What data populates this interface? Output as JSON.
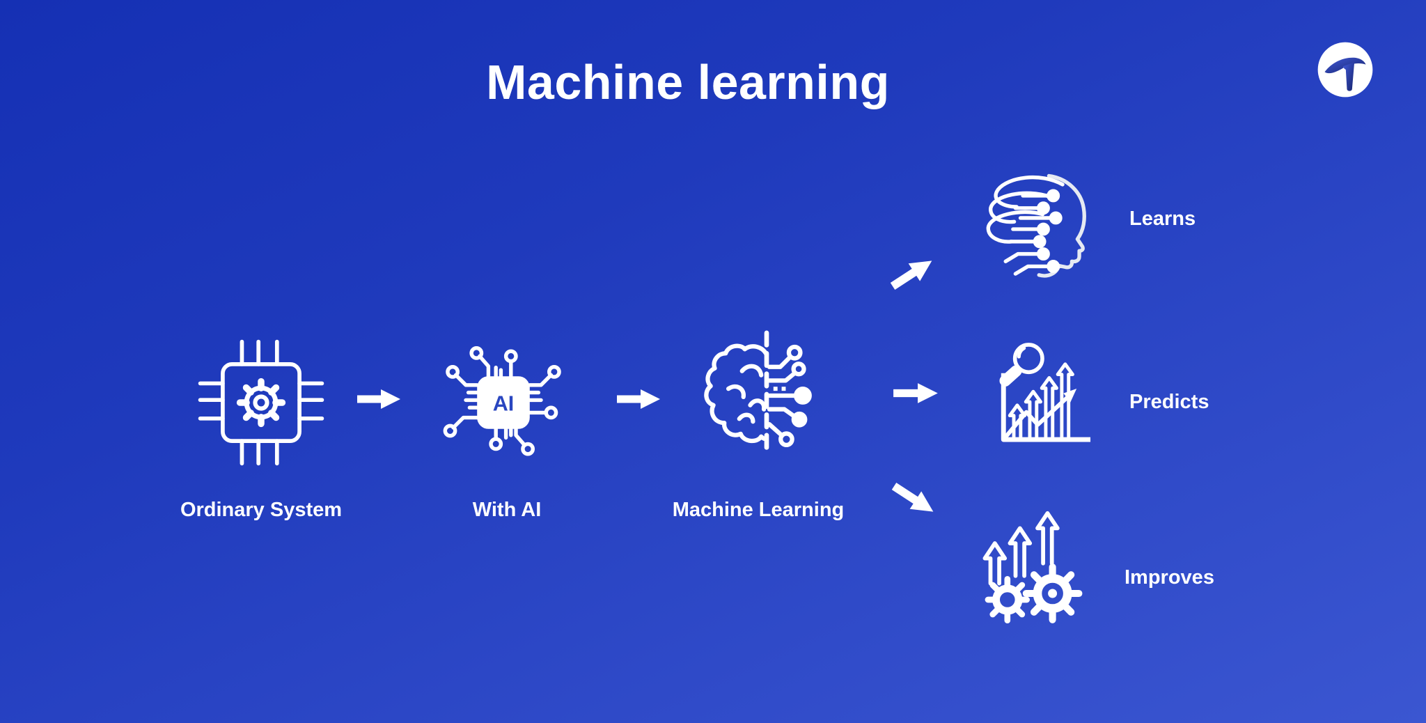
{
  "title": "Machine learning",
  "logo": {
    "letter": "T"
  },
  "stages": [
    {
      "label": "Ordinary System",
      "icon": "chip-gear-icon"
    },
    {
      "label": "With AI",
      "icon": "ai-chip-icon",
      "chip_text": "AI"
    },
    {
      "label": "Machine Learning",
      "icon": "brain-circuit-icon"
    }
  ],
  "outputs": [
    {
      "label": "Learns",
      "icon": "head-circuit-icon"
    },
    {
      "label": "Predicts",
      "icon": "chart-magnifier-icon"
    },
    {
      "label": "Improves",
      "icon": "arrows-gears-icon"
    }
  ],
  "colors": {
    "background_top": "#1530B4",
    "background_bottom": "#3B56D1",
    "foreground": "#FFFFFF",
    "ai_chip_text": "#2946C0",
    "logo_circle": "#FFFFFF",
    "logo_mark_light": "#4159D8",
    "logo_mark_dark": "#16246E"
  }
}
